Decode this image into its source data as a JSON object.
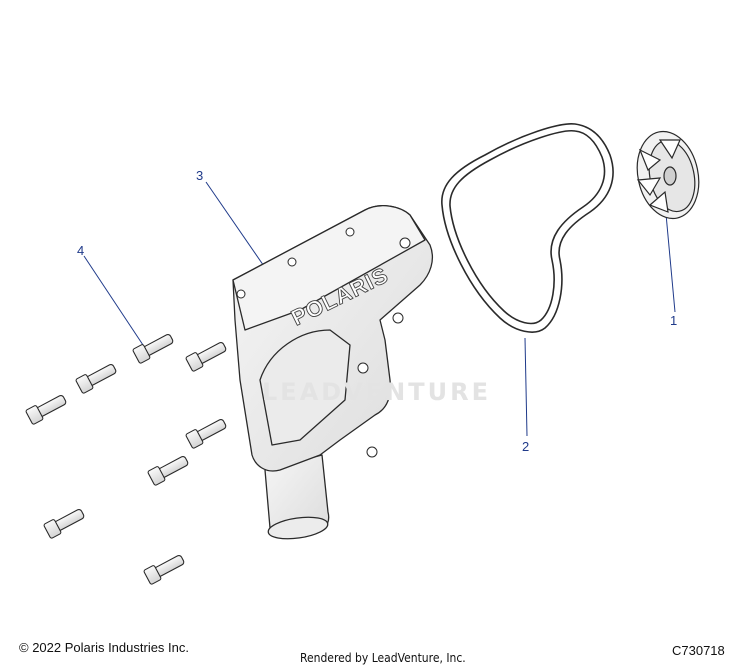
{
  "callouts": {
    "c1": "1",
    "c2": "2",
    "c3": "3",
    "c4": "4"
  },
  "cover_logo": "POLARIS",
  "watermark": "LEADVENTURE",
  "footer": {
    "copyright": "© 2022 Polaris Industries Inc.",
    "rendered_by": "Rendered by LeadVenture, Inc.",
    "diagram_id": "C730718"
  },
  "colors": {
    "callout": "#1f3a8a",
    "line": "#1f3a8a",
    "part_stroke": "#2a2a2a"
  }
}
